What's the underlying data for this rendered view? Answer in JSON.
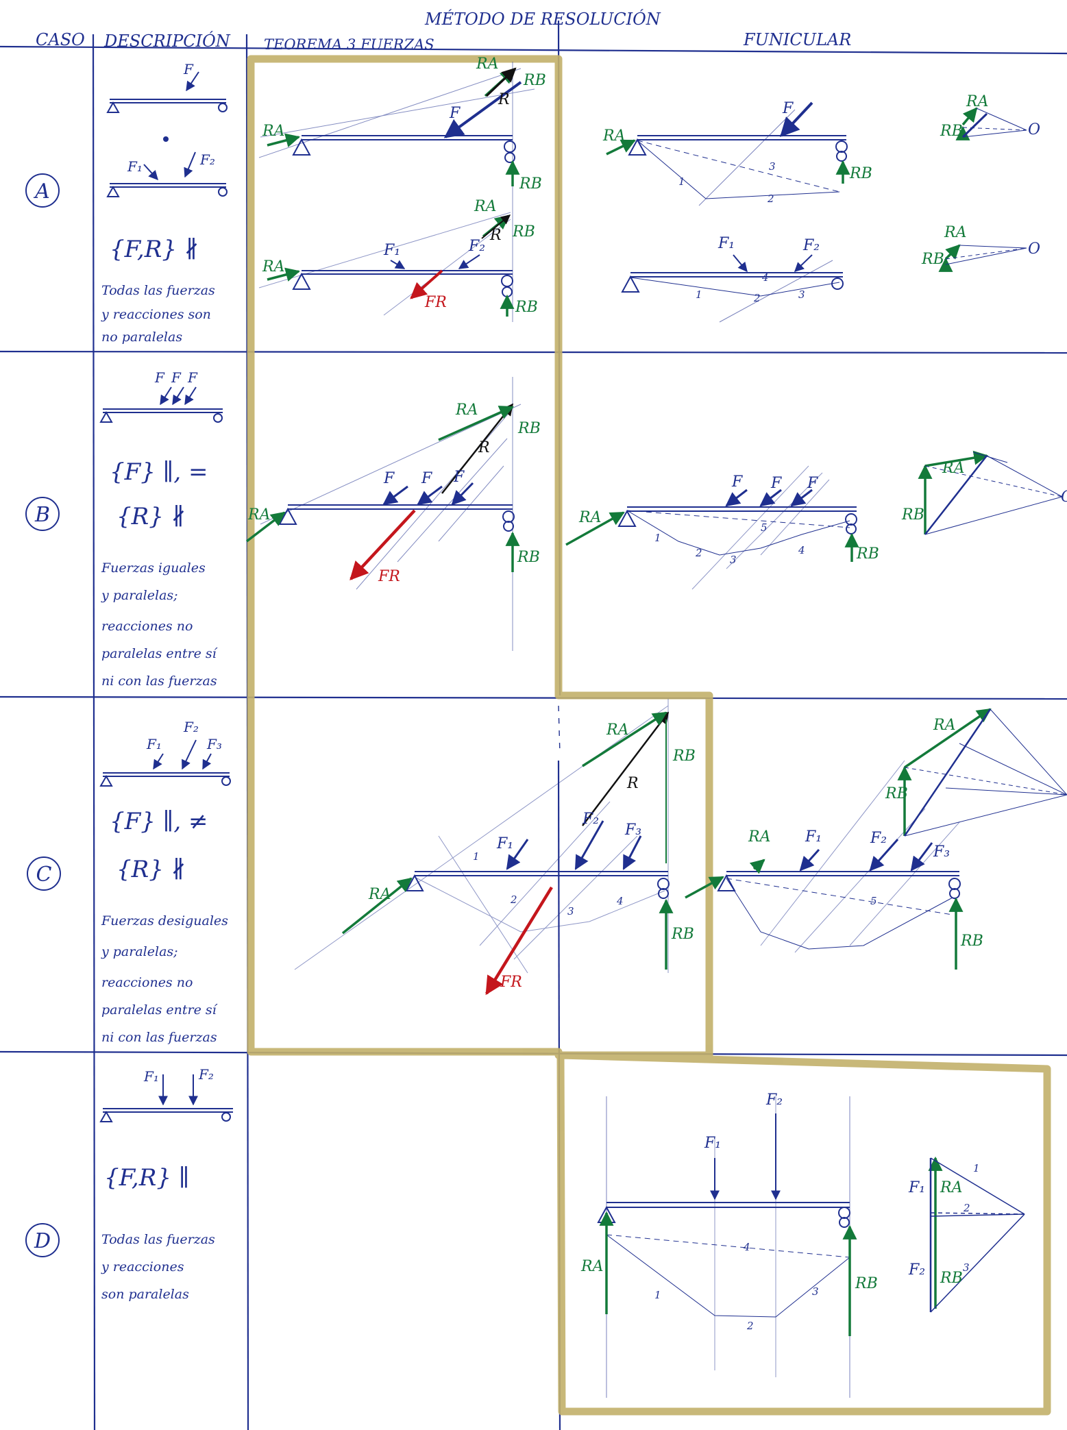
{
  "header": {
    "method_title": "MÉTODO DE RESOLUCIÓN",
    "col_caso": "CASO",
    "col_descripcion": "DESCRIPCIÓN",
    "col_teorema": "TEOREMA 3 FUERZAS",
    "col_funicular": "FUNICULAR"
  },
  "colors": {
    "ink": "#1f2f8f",
    "reaction": "#137a3a",
    "resultant": "#c4161c",
    "black": "#111111",
    "highlight": "#c2b06a"
  },
  "cases": [
    {
      "id": "A",
      "set_forces": "{F,R} ∦",
      "set_reactions": "",
      "note_lines": [
        "Todas las fuerzas",
        "y reacciones son",
        "no paralelas"
      ],
      "labels": {
        "F": "F",
        "F1": "F₁",
        "F2": "F₂",
        "RA": "RA",
        "RB": "RB",
        "R": "R",
        "FR": "FR",
        "O": "O"
      }
    },
    {
      "id": "B",
      "set_forces": "{F} ∥, =",
      "set_reactions": "{R} ∦",
      "note_lines": [
        "Fuerzas iguales",
        "y paralelas;",
        "reacciones no",
        "paralelas entre sí",
        "ni con las fuerzas"
      ],
      "labels": {
        "F": "F",
        "RA": "RA",
        "RB": "RB",
        "R": "R",
        "FR": "FR",
        "O": "O"
      }
    },
    {
      "id": "C",
      "set_forces": "{F} ∥, ≠",
      "set_reactions": "{R} ∦",
      "note_lines": [
        "Fuerzas desiguales",
        "y paralelas;",
        "reacciones no",
        "paralelas entre sí",
        "ni con las fuerzas"
      ],
      "labels": {
        "F1": "F₁",
        "F2": "F₂",
        "F3": "F₃",
        "RA": "RA",
        "RB": "RB",
        "R": "R",
        "FR": "FR"
      }
    },
    {
      "id": "D",
      "set_forces": "{F,R} ∥",
      "set_reactions": "",
      "note_lines": [
        "Todas las fuerzas",
        "y reacciones",
        "son paralelas"
      ],
      "labels": {
        "F1": "F₁",
        "F2": "F₂",
        "RA": "RA",
        "RB": "RB"
      }
    }
  ],
  "ray_numbers": [
    "1",
    "2",
    "3",
    "4",
    "5"
  ]
}
